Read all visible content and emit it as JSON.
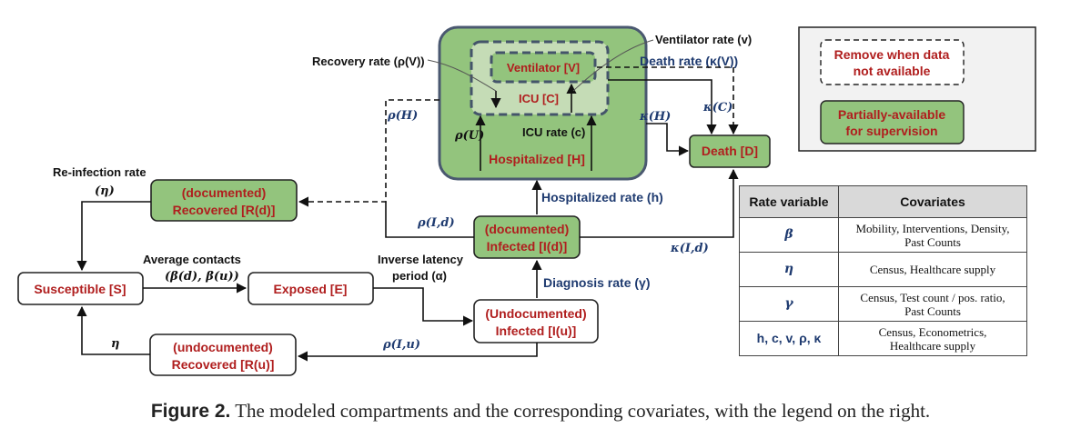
{
  "compartments": {
    "susceptible": "Susceptible [S]",
    "exposed": "Exposed [E]",
    "infected_undoc_1": "(Undocumented)",
    "infected_undoc_2": "Infected [I(u)]",
    "infected_doc_1": "(documented)",
    "infected_doc_2": "Infected [I(d)]",
    "recovered_doc_1": "(documented)",
    "recovered_doc_2": "Recovered [R(d)]",
    "recovered_undoc_1": "(undocumented)",
    "recovered_undoc_2": "Recovered [R(u)]",
    "hospitalized": "Hospitalized [H]",
    "icu": "ICU [C]",
    "ventilator": "Ventilator [V]",
    "death": "Death [D]"
  },
  "rates": {
    "reinfection_1": "Re-infection rate",
    "reinfection_2": "(η)",
    "avg_contacts_1": "Average contacts",
    "avg_contacts_2": "(β(d), β(u))",
    "inverse_latency_1": "Inverse latency",
    "inverse_latency_2": "period (α)",
    "diagnosis": "Diagnosis rate (γ)",
    "hospitalized": "Hospitalized rate (h)",
    "icu": "ICU rate (c)",
    "ventilator": "Ventilator rate (v)",
    "recovery": "Recovery rate (ρ(V))",
    "death": "Death rate (κ(V))",
    "rho_H": "ρ(H)",
    "rho_U": "ρ(U)",
    "kappa_H": "κ(H)",
    "kappa_C": "κ(C)",
    "rho_Id": "ρ(I,d)",
    "kappa_Id": "κ(I,d)",
    "rho_Iu": "ρ(I,u)",
    "eta": "η"
  },
  "legend": {
    "dashed_1": "Remove when data",
    "dashed_2": "not available",
    "green_1": "Partially-available",
    "green_2": "for supervision"
  },
  "table": {
    "header_rate": "Rate variable",
    "header_cov": "Covariates",
    "rows": [
      {
        "rate": "β",
        "cov_1": "Mobility, Interventions, Density,",
        "cov_2": "Past Counts"
      },
      {
        "rate": "η",
        "cov_1": "Census, Healthcare supply",
        "cov_2": ""
      },
      {
        "rate": "γ",
        "cov_1": "Census, Test count / pos. ratio,",
        "cov_2": "Past Counts"
      },
      {
        "rate": "h, c, v, ρ, κ",
        "cov_1": "Census, Econometrics,",
        "cov_2": "Healthcare supply"
      }
    ]
  },
  "caption": {
    "label": "Figure 2.",
    "text": " The modeled compartments and the corresponding covariates, with the legend on the right."
  },
  "colors": {
    "green_fill": "#93c47d",
    "light_green": "#c5dcb6",
    "outer_border": "#4a5870",
    "red_text": "#b01e1e",
    "blue_text": "#1f3b70"
  }
}
